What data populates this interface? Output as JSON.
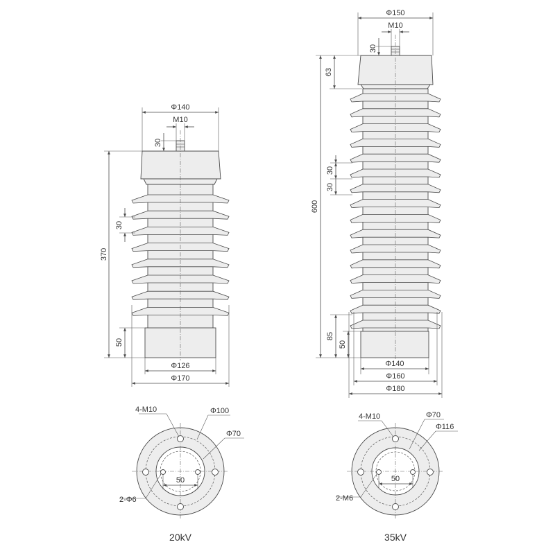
{
  "colors": {
    "line": "#4a4a4a",
    "fill": "#ededed",
    "background": "#ffffff"
  },
  "left": {
    "caption": "20kV",
    "dims": {
      "top_dia": "Φ140",
      "thread": "M10",
      "stud_h": "30",
      "total_h": "370",
      "shed_pitch": "30",
      "base_h": "50",
      "base_dia": "Φ126",
      "shed_dia": "Φ170"
    },
    "bottom": {
      "holes": "4-M10",
      "outer": "Φ100",
      "inner": "Φ70",
      "spacing": "50",
      "pins": "2-Φ6"
    }
  },
  "right": {
    "caption": "35kV",
    "dims": {
      "top_dia": "Φ150",
      "thread": "M10",
      "stud_h": "30",
      "cap_h": "63",
      "total_h": "600",
      "shed_pitch_a": "30",
      "shed_pitch_b": "30",
      "lower_h": "85",
      "base_h": "50",
      "base_dia": "Φ140",
      "mid_dia": "Φ160",
      "shed_dia": "Φ180"
    },
    "bottom": {
      "holes": "4-M10",
      "inner": "Φ70",
      "outer": "Φ116",
      "spacing": "50",
      "pins": "2-M6"
    }
  }
}
